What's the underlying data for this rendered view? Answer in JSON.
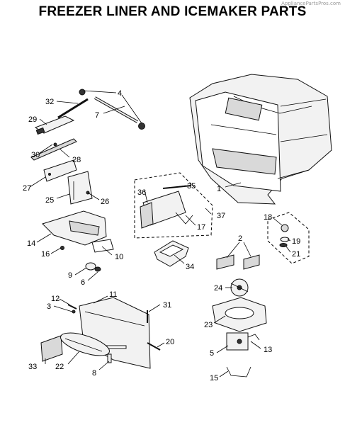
{
  "title": "FREEZER LINER AND ICEMAKER PARTS",
  "watermark": "AppliancePartsPros.com",
  "callouts": {
    "c1": "1",
    "c2": "2",
    "c3": "3",
    "c4": "4",
    "c5": "5",
    "c6": "6",
    "c7": "7",
    "c8": "8",
    "c9": "9",
    "c10": "10",
    "c11": "11",
    "c12": "12",
    "c13": "13",
    "c14": "14",
    "c15": "15",
    "c16": "16",
    "c17": "17",
    "c18": "18",
    "c19": "19",
    "c20": "20",
    "c21": "21",
    "c22": "22",
    "c23": "23",
    "c24": "24",
    "c25": "25",
    "c26": "26",
    "c27": "27",
    "c28": "28",
    "c29": "29",
    "c30": "30",
    "c31": "31",
    "c32": "32",
    "c33": "33",
    "c34": "34",
    "c35": "35",
    "c36": "36",
    "c37": "37"
  }
}
